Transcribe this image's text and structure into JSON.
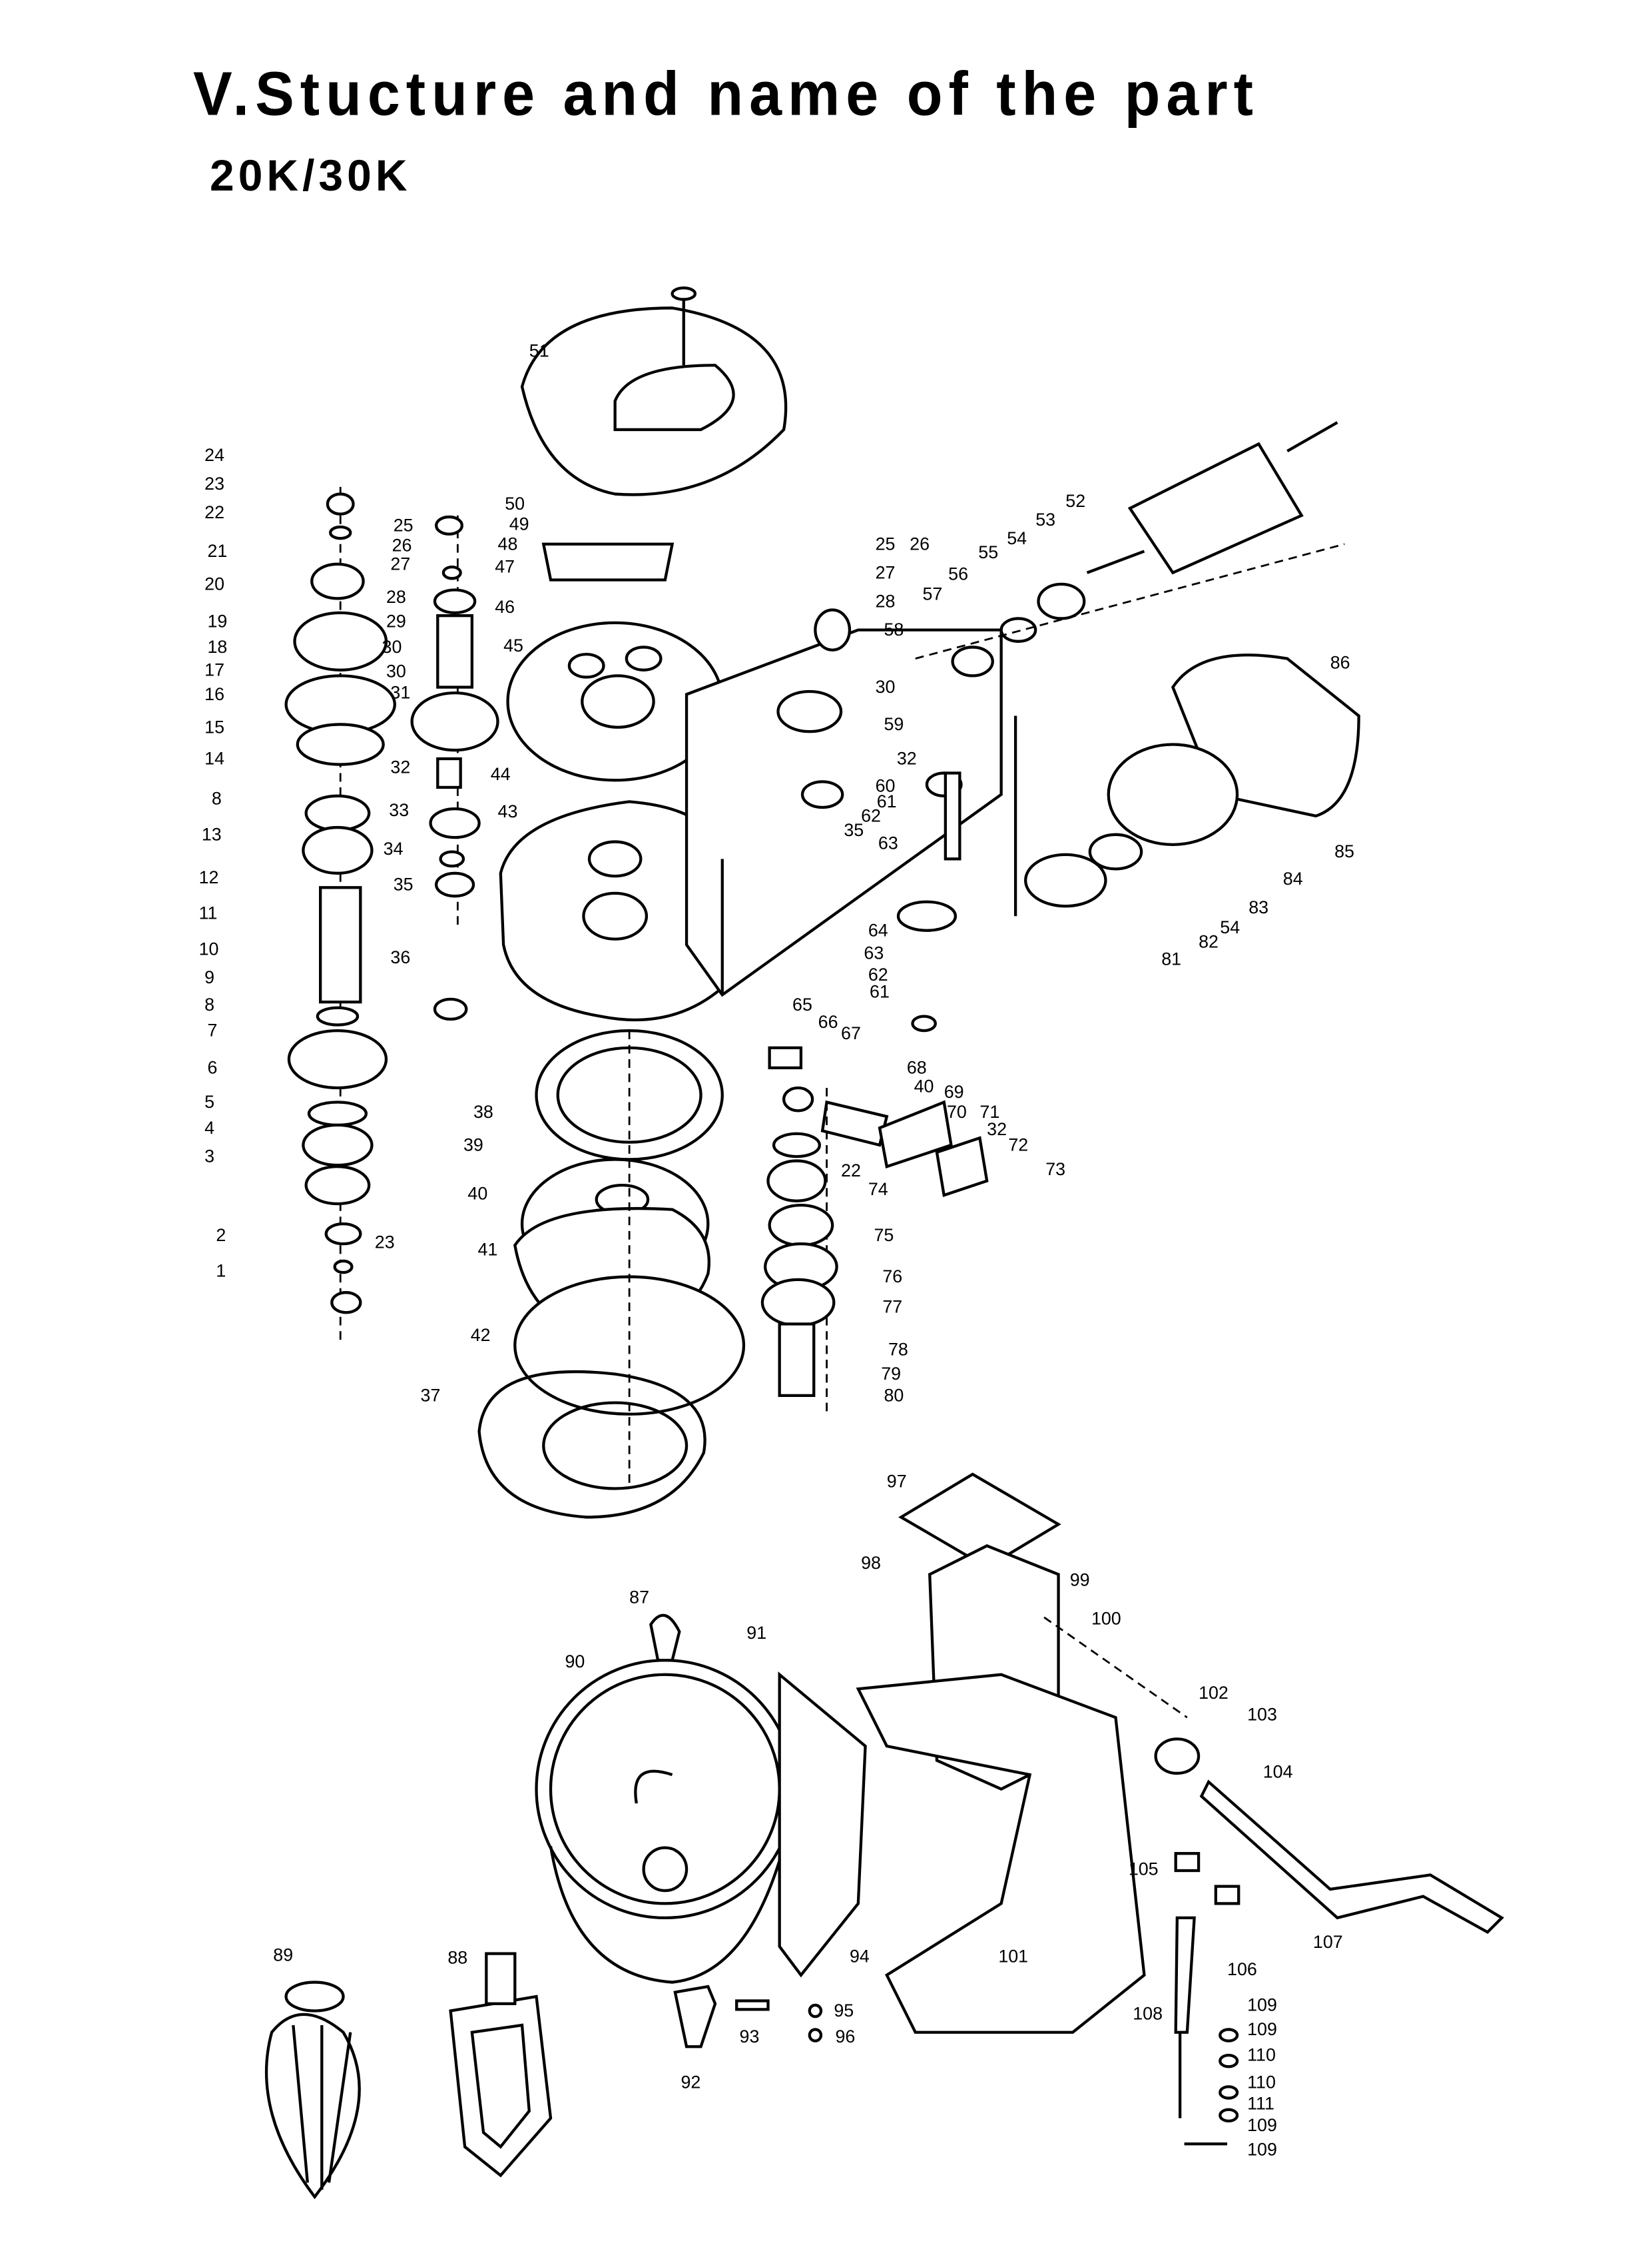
{
  "title": "V.Stucture and name of the part",
  "subtitle": "20K/30K",
  "callouts": [
    "24",
    "23",
    "22",
    "21",
    "20",
    "19",
    "18",
    "17",
    "16",
    "15",
    "14",
    "8",
    "13",
    "12",
    "11",
    "10",
    "9",
    "8",
    "7",
    "6",
    "5",
    "4",
    "3",
    "2",
    "23",
    "1",
    "25",
    "26",
    "27",
    "28",
    "29",
    "30",
    "30",
    "31",
    "32",
    "33",
    "34",
    "35",
    "36",
    "51",
    "50",
    "49",
    "48",
    "47",
    "46",
    "45",
    "44",
    "43",
    "38",
    "39",
    "40",
    "41",
    "42",
    "37",
    "25",
    "26",
    "27",
    "28",
    "57",
    "56",
    "55",
    "54",
    "53",
    "52",
    "58",
    "30",
    "59",
    "32",
    "60",
    "61",
    "62",
    "35",
    "63",
    "64",
    "63",
    "62",
    "61",
    "86",
    "85",
    "84",
    "83",
    "54",
    "82",
    "81",
    "65",
    "66",
    "67",
    "68",
    "40",
    "69",
    "70",
    "71",
    "32",
    "72",
    "73",
    "22",
    "74",
    "75",
    "76",
    "77",
    "78",
    "79",
    "80",
    "97",
    "98",
    "99",
    "100",
    "87",
    "91",
    "90",
    "102",
    "103",
    "104",
    "105",
    "106",
    "107",
    "89",
    "88",
    "94",
    "101",
    "95",
    "93",
    "96",
    "92",
    "108",
    "109",
    "109",
    "110",
    "110",
    "111",
    "109",
    "109"
  ]
}
